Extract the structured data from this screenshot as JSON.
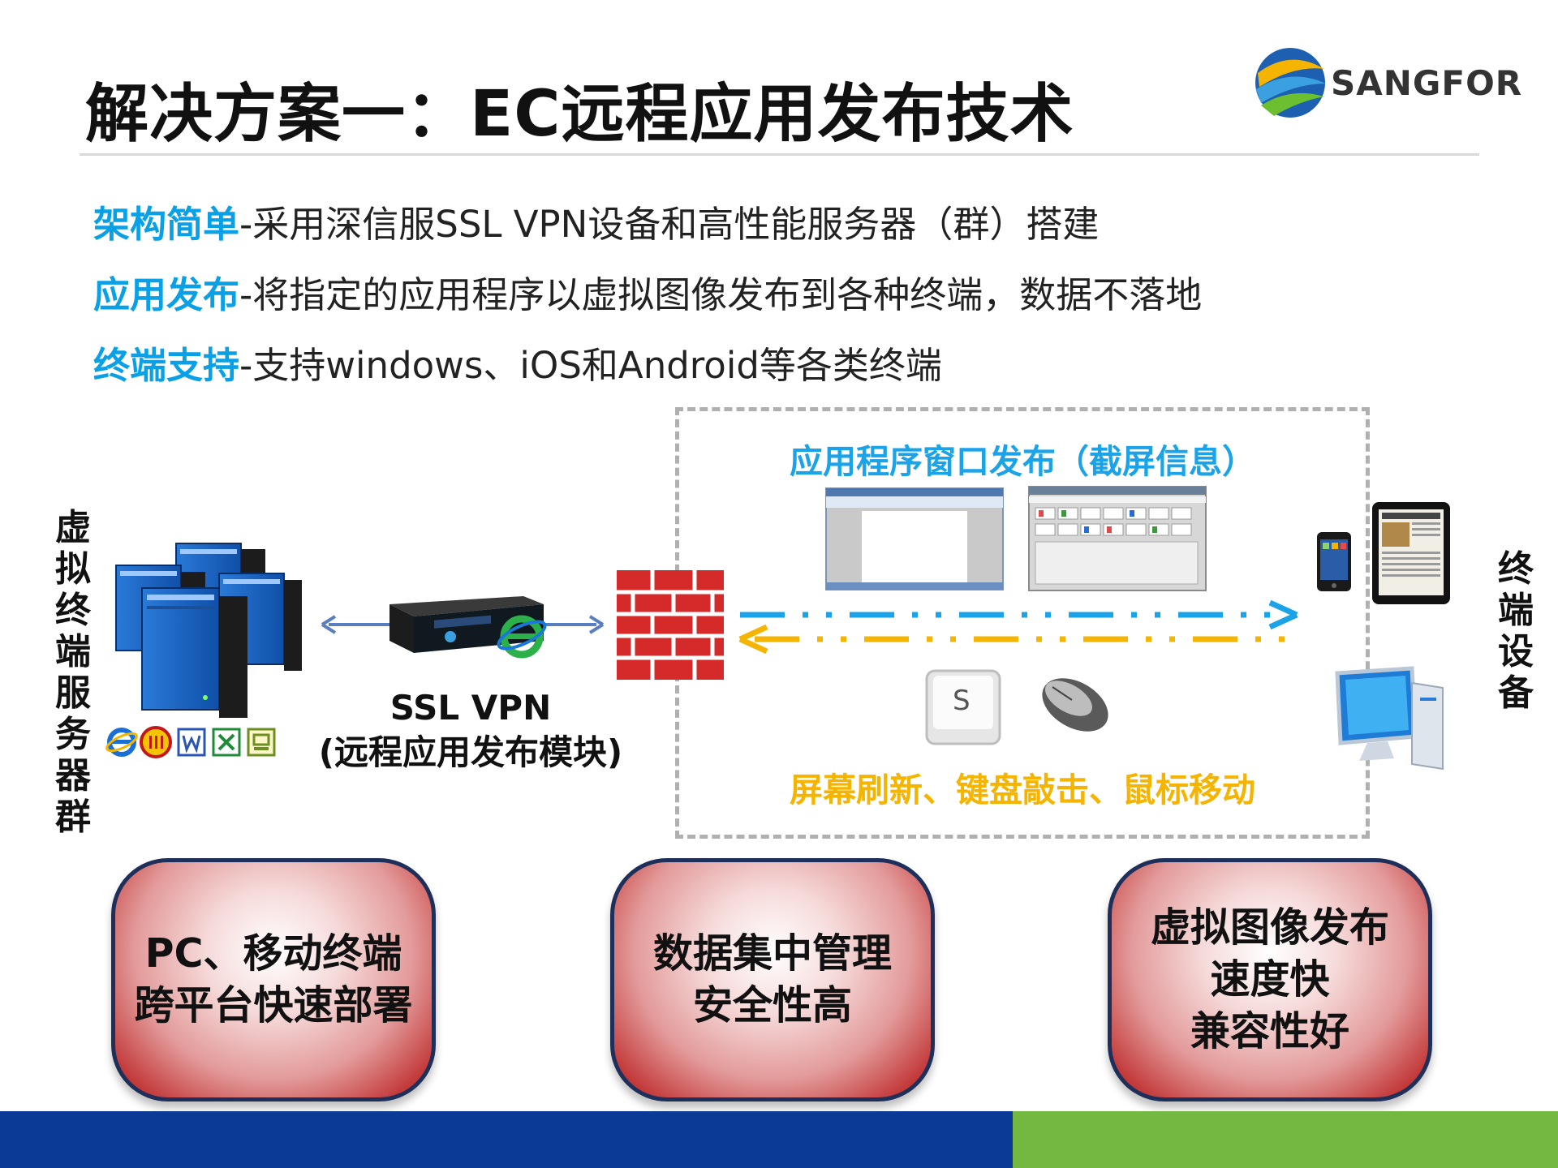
{
  "slide": {
    "title": "解决方案一：EC远程应用发布技术",
    "logo_text": "SANGFOR"
  },
  "bullets": [
    {
      "highlight": "架构简单",
      "text": "-采用深信服SSL VPN设备和高性能服务器（群）搭建"
    },
    {
      "highlight": "应用发布",
      "text": "-将指定的应用程序以虚拟图像发布到各种终端，数据不落地"
    },
    {
      "highlight": "终端支持",
      "text": "-支持windows、iOS和Android等各类终端"
    }
  ],
  "diagram": {
    "left_label": "虚拟终端服务器群",
    "right_label": "终端设备",
    "vpn_title": "SSL VPN",
    "vpn_subtitle": "(远程应用发布模块)",
    "publish_label": "应用程序窗口发布（截屏信息）",
    "input_label": "屏幕刷新、键盘敲击、鼠标移动",
    "keycap_letter": "S",
    "icons": [
      "server-cluster-icon",
      "ie-icon",
      "app-iii-icon",
      "word-icon",
      "excel-icon",
      "app-viewer-icon",
      "vpn-appliance-icon",
      "firewall-icon",
      "app-window-screenshot-icon",
      "keyboard-key-icon",
      "mouse-icon",
      "smartphone-icon",
      "tablet-icon",
      "desktop-pc-icon"
    ],
    "colors": {
      "blue_arrow": "#1aa3e8",
      "yellow_arrow": "#f5b400",
      "firewall": "#d42a2a"
    }
  },
  "cards": [
    {
      "line1": "PC、移动终端",
      "line2": "跨平台快速部署"
    },
    {
      "line1": "数据集中管理",
      "line2": "安全性高"
    },
    {
      "line1": "虚拟图像发布",
      "line2": "速度快",
      "line3": "兼容性好"
    }
  ],
  "footer": {
    "left_color": "#0a3a95",
    "right_color": "#74b841"
  }
}
